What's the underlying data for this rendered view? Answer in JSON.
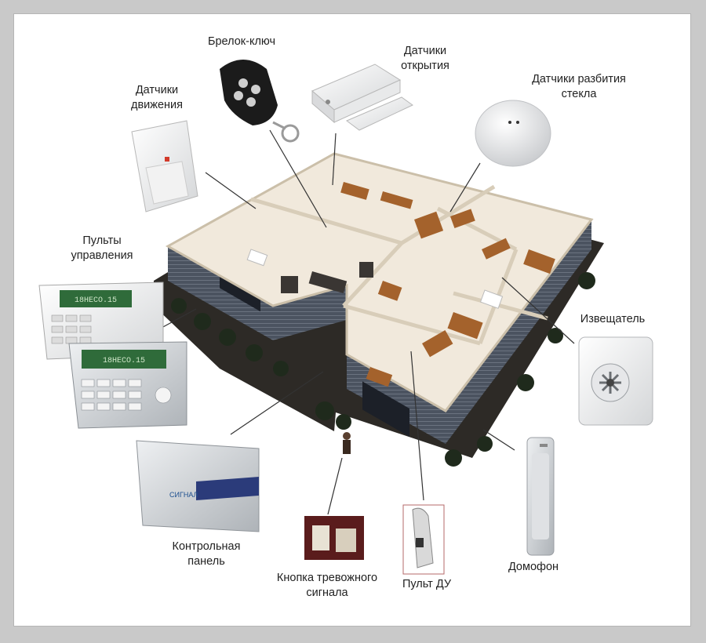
{
  "labels": {
    "keyfob": [
      "Брелок-ключ"
    ],
    "opening_sensors": [
      "Датчики",
      "открытия"
    ],
    "glass_break": [
      "Датчики разбития",
      "стекла"
    ],
    "motion_sensors": [
      "Датчики",
      "движения"
    ],
    "control_consoles": [
      "Пульты",
      "управления"
    ],
    "sounder": [
      "Извещатель"
    ],
    "control_panel": [
      "Контрольная",
      "панель"
    ],
    "panic_button": [
      "Кнопка тревожного",
      "сигнала"
    ],
    "remote": [
      "Пульт ДУ"
    ],
    "intercom": [
      "Домофон"
    ]
  },
  "device_text": {
    "keypad_display_1": "18HECO.15",
    "keypad_display_2": "18HECO.15",
    "panel_brand": "СИГНАЛ"
  },
  "colors": {
    "background_outer": "#c9c9c9",
    "canvas": "#ffffff",
    "floor": "#f1e9dc",
    "wall_top": "#d8cdb9",
    "siding": "#4b5360",
    "ground": "#2d2a26",
    "furniture": "#a4622c",
    "leader_line": "#333333",
    "keypad_lcd": "#2f6b3a"
  }
}
